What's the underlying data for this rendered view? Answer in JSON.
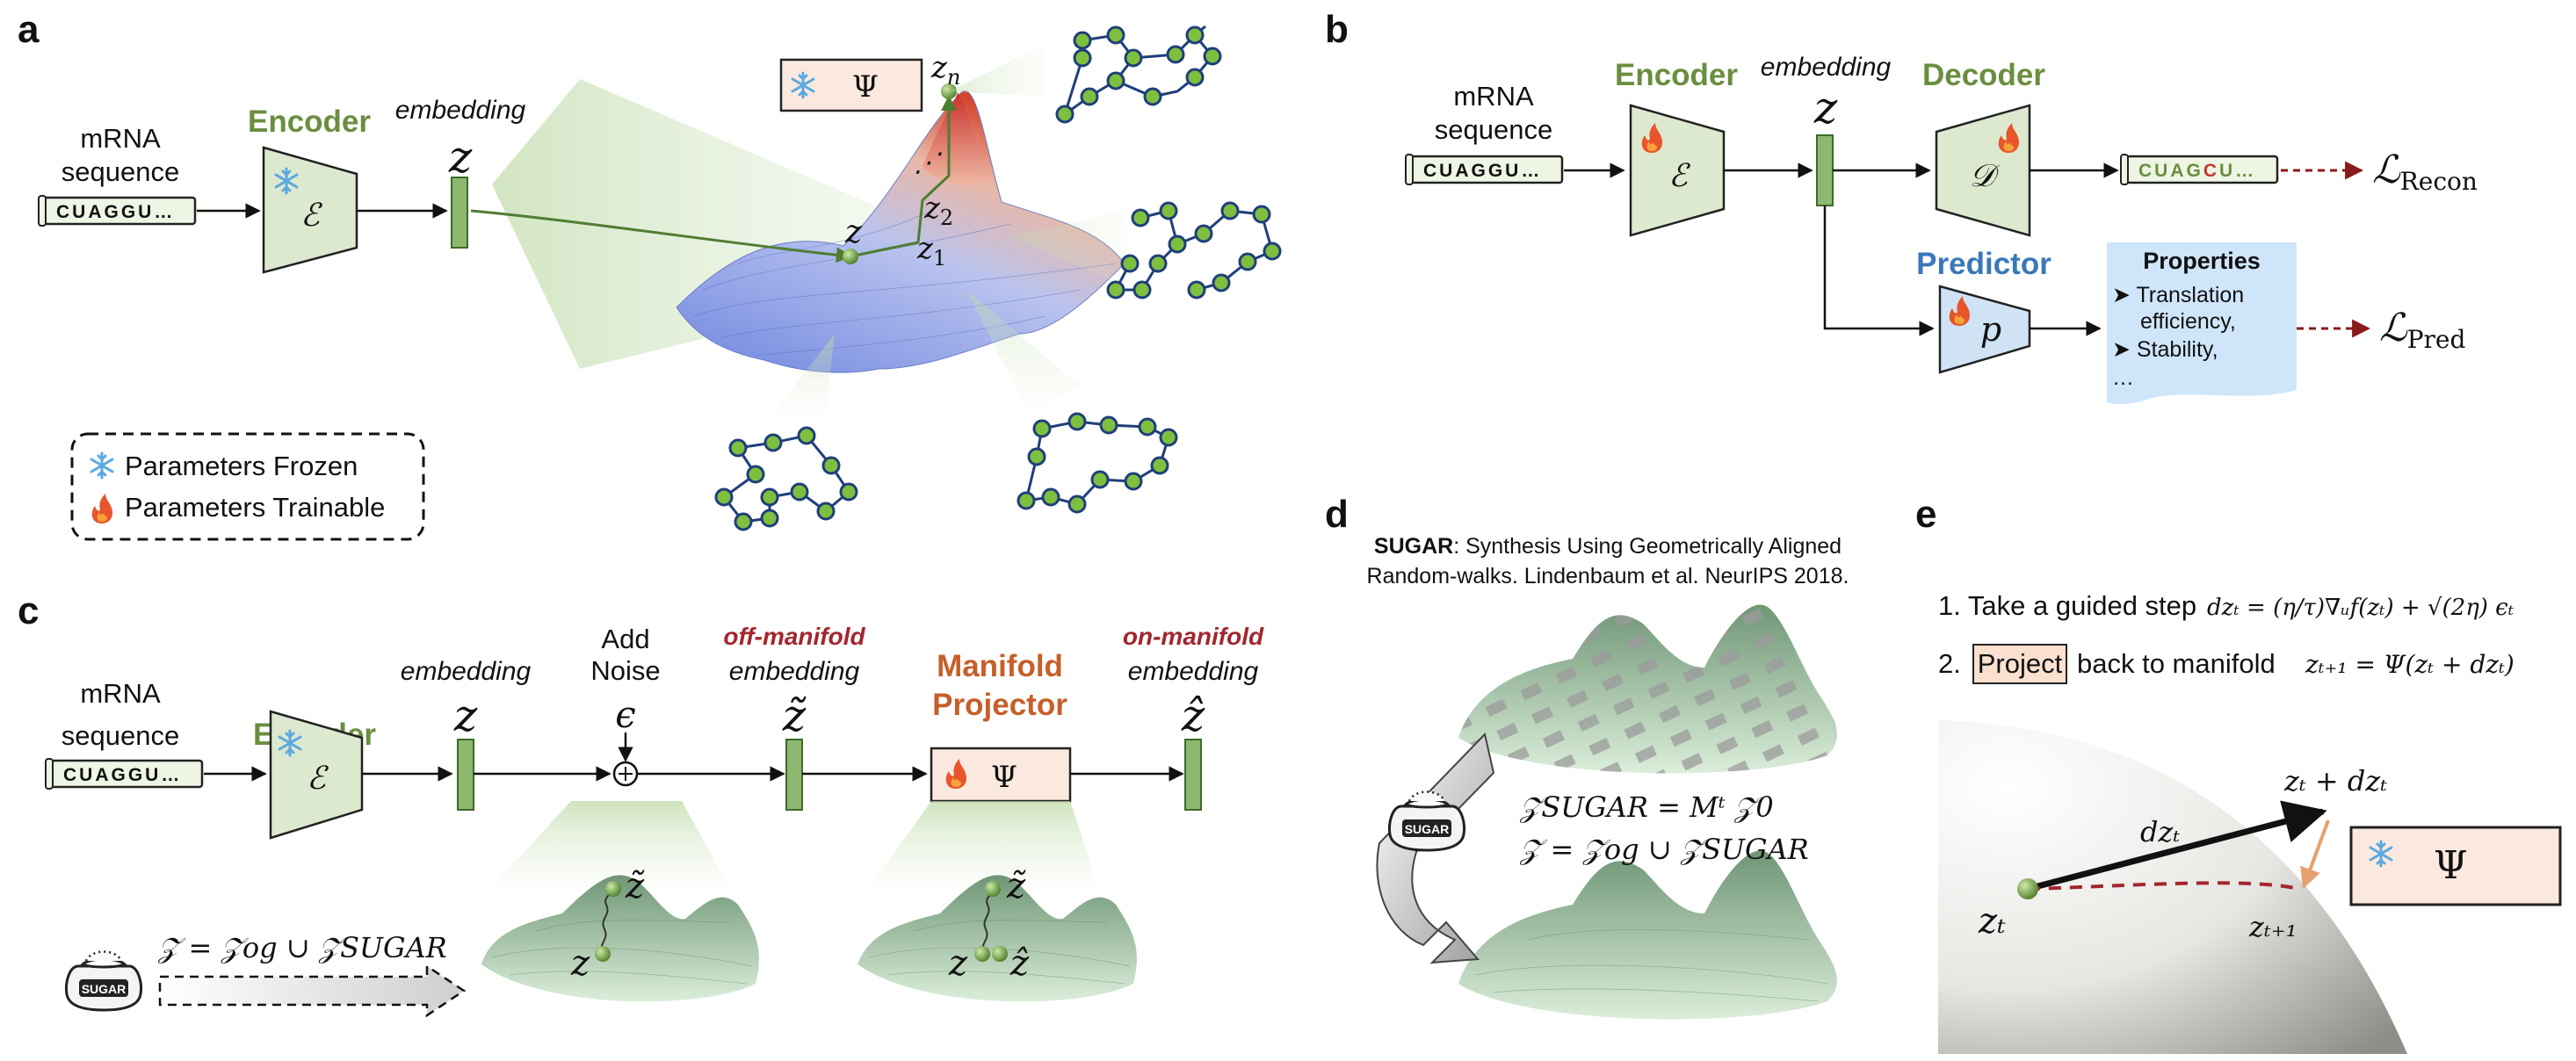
{
  "panels": {
    "a": {
      "letter": "a",
      "input_label_line1": "mRNA",
      "input_label_line2": "sequence",
      "sequence": "CUAGGU…",
      "encoder_title": "Encoder",
      "encoder_symbol": "ℰ",
      "embedding_label": "embedding",
      "z_symbol": "z",
      "projector_symbol": "Ψ",
      "trajectory_labels": [
        "z",
        "z1",
        "z2",
        "zn"
      ],
      "legend": {
        "frozen": "Parameters Frozen",
        "trainable": "Parameters Trainable"
      }
    },
    "b": {
      "letter": "b",
      "input_label_line1": "mRNA",
      "input_label_line2": "sequence",
      "sequence": "CUAGGU…",
      "encoder_title": "Encoder",
      "encoder_symbol": "ℰ",
      "embedding_label": "embedding",
      "z_symbol": "z",
      "decoder_title": "Decoder",
      "decoder_symbol": "𝒟",
      "output_seq_prefix": "CUAG",
      "output_seq_mut": "C",
      "output_seq_suffix": "U…",
      "loss_recon": "ℒ",
      "loss_recon_sub": "Recon",
      "predictor_title": "Predictor",
      "predictor_symbol": "p",
      "properties_title": "Properties",
      "properties_items": [
        "➤ Translation",
        "efficiency,",
        "➤ Stability,",
        "…"
      ],
      "loss_pred": "ℒ",
      "loss_pred_sub": "Pred"
    },
    "c": {
      "letter": "c",
      "input_label_line1": "mRNA",
      "input_label_line2": "sequence",
      "sequence": "CUAGGU…",
      "encoder_title": "Encoder",
      "encoder_symbol": "ℰ",
      "embedding_label": "embedding",
      "z_symbol": "z",
      "noise_label_line1": "Add",
      "noise_label_line2": "Noise",
      "noise_symbol": "ϵ",
      "off_manifold": "off-manifold",
      "off_embedding": "embedding",
      "projector_title_line1": "Manifold",
      "projector_title_line2": "Projector",
      "projector_symbol": "Ψ",
      "on_manifold": "on-manifold",
      "on_embedding": "embedding",
      "dataset_formula": "𝒵 = 𝒵og ∪ 𝒵SUGAR",
      "sack_label": "SUGAR"
    },
    "d": {
      "letter": "d",
      "title_bold": "SUGAR",
      "title_rest": ": Synthesis Using Geometrically Aligned",
      "title_line2": "Random-walks. Lindenbaum et al. NeurIPS 2018.",
      "formula1": "𝒵SUGAR = Mᵗ 𝒵0",
      "formula2": "𝒵 = 𝒵og ∪ 𝒵SUGAR",
      "sack_label": "SUGAR"
    },
    "e": {
      "letter": "e",
      "step1_text": "1. Take a guided step",
      "step1_formula": "dzₜ = (η/τ)∇ᵤf(zₜ) + √(2η) ϵₜ",
      "step2_prefix": "2.",
      "step2_project": "Project",
      "step2_rest": "back to manifold",
      "step2_formula": "zₜ₊₁ = Ψ(zₜ + dzₜ)",
      "point_label": "zₜ",
      "arrow_label": "dzₜ",
      "tip_label": "zₜ + dzₜ",
      "proj_label": "zₜ₊₁",
      "projector_symbol": "Ψ"
    }
  },
  "colors": {
    "encoder_fill": "#dde9cf",
    "embedding_bar": "#8db870",
    "projector_fill": "#fbe9df",
    "predictor_fill": "#cfe3f5",
    "properties_fill": "#cfe6fa",
    "loss_arrow": "#8b1a1a",
    "green_title": "#6a8e3f",
    "blue_title": "#3a78b8",
    "orange_title": "#c65f2a",
    "off_manifold": "#a3262d"
  },
  "icons": {
    "frozen": "snowflake-icon",
    "trainable": "flame-icon",
    "sack": "sugar-sack-icon"
  }
}
